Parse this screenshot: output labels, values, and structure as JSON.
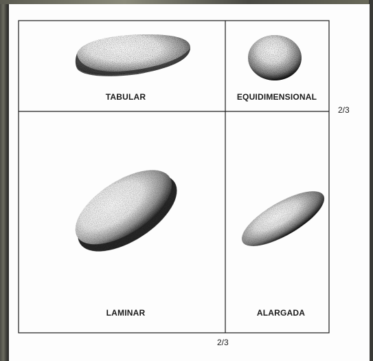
{
  "quadrants": {
    "top_left": "TABULAR",
    "top_right": "EQUIDIMENSIONAL",
    "bottom_left": "LAMINAR",
    "bottom_right": "ALARGADA"
  },
  "axes": {
    "right_ratio": "2/3",
    "bottom_ratio": "2/3"
  }
}
